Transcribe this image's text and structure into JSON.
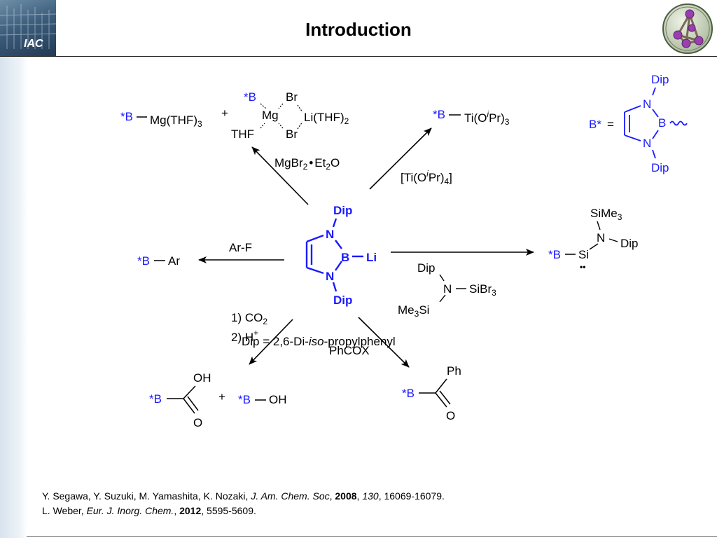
{
  "header": {
    "title": "Introduction",
    "logo_text": "IAC",
    "logo_icon": "building-photo",
    "emblem_icon": "tetrahedron-molecule-icon"
  },
  "colors": {
    "accent_blue": "#1a1aff",
    "text": "#000000"
  },
  "scheme": {
    "center": {
      "n_top": "N",
      "b": "B",
      "li": "Li",
      "n_bottom": "N",
      "dip_top": "Dip",
      "dip_bottom": "Dip"
    },
    "mg": {
      "b_prefix": "*B",
      "mg_thf": "Mg(THF)",
      "mg_thf_sub": "3",
      "plus": "+",
      "b2": "*B",
      "br1": "Br",
      "mg": "Mg",
      "li_thf": "Li(THF)",
      "li_thf_sub": "2",
      "thf": "THF",
      "br2": "Br"
    },
    "mg_reagent": {
      "a": "MgBr",
      "a_sub": "2",
      "dot": "•",
      "b": "Et",
      "b_sub": "2",
      "c": "O"
    },
    "ti": {
      "b_prefix": "*B",
      "a": "Ti(O",
      "i": "i",
      "b": "Pr)",
      "sub": "3"
    },
    "ti_reagent": {
      "a": "[Ti(O",
      "i": "i",
      "b": "Pr)",
      "sub": "4",
      "c": "]"
    },
    "bstar": {
      "label": "B*",
      "eq": "=",
      "dip_top": "Dip",
      "n_top": "N",
      "b": "B",
      "n_bottom": "N",
      "dip_bottom": "Dip"
    },
    "ar": {
      "reagent": "Ar-F",
      "b_prefix": "*B",
      "ar": "Ar"
    },
    "si": {
      "simel": "SiMe",
      "simel_sub": "3",
      "n": "N",
      "dip": "Dip",
      "b_prefix": "*B",
      "si": "Si",
      "lone_pair": "••"
    },
    "si_reagent": {
      "dip": "Dip",
      "n": "N",
      "sibr": "SiBr",
      "sibr_sub": "3",
      "me": "Me",
      "me_sub": "3",
      "si": "Si"
    },
    "co2": {
      "step1": "1) CO",
      "step1_sub": "2",
      "step2": "2) H",
      "step2_sup": "+"
    },
    "dip_def": {
      "a": "Dip = 2,6-Di-",
      "i": "iso",
      "b": "-propylphenyl"
    },
    "phcox": "PhCOX",
    "acid": {
      "oh": "OH",
      "b_prefix": "*B",
      "o": "O",
      "plus": "+",
      "b2": "*B",
      "oh2": "OH"
    },
    "ketone": {
      "ph": "Ph",
      "b_prefix": "*B",
      "o": "O"
    }
  },
  "references": [
    {
      "authors": "Y. Segawa, Y. Suzuki, M. Yamashita, K. Nozaki, ",
      "journal": "J. Am. Chem. Soc",
      "sep1": ", ",
      "year": "2008",
      "sep2": ", ",
      "volume": "130",
      "pages": ", 16069-16079."
    },
    {
      "authors": "L. Weber, ",
      "journal": "Eur. J. Inorg. Chem.",
      "sep1": ", ",
      "year": "2012",
      "pages": ", 5595-5609."
    }
  ]
}
